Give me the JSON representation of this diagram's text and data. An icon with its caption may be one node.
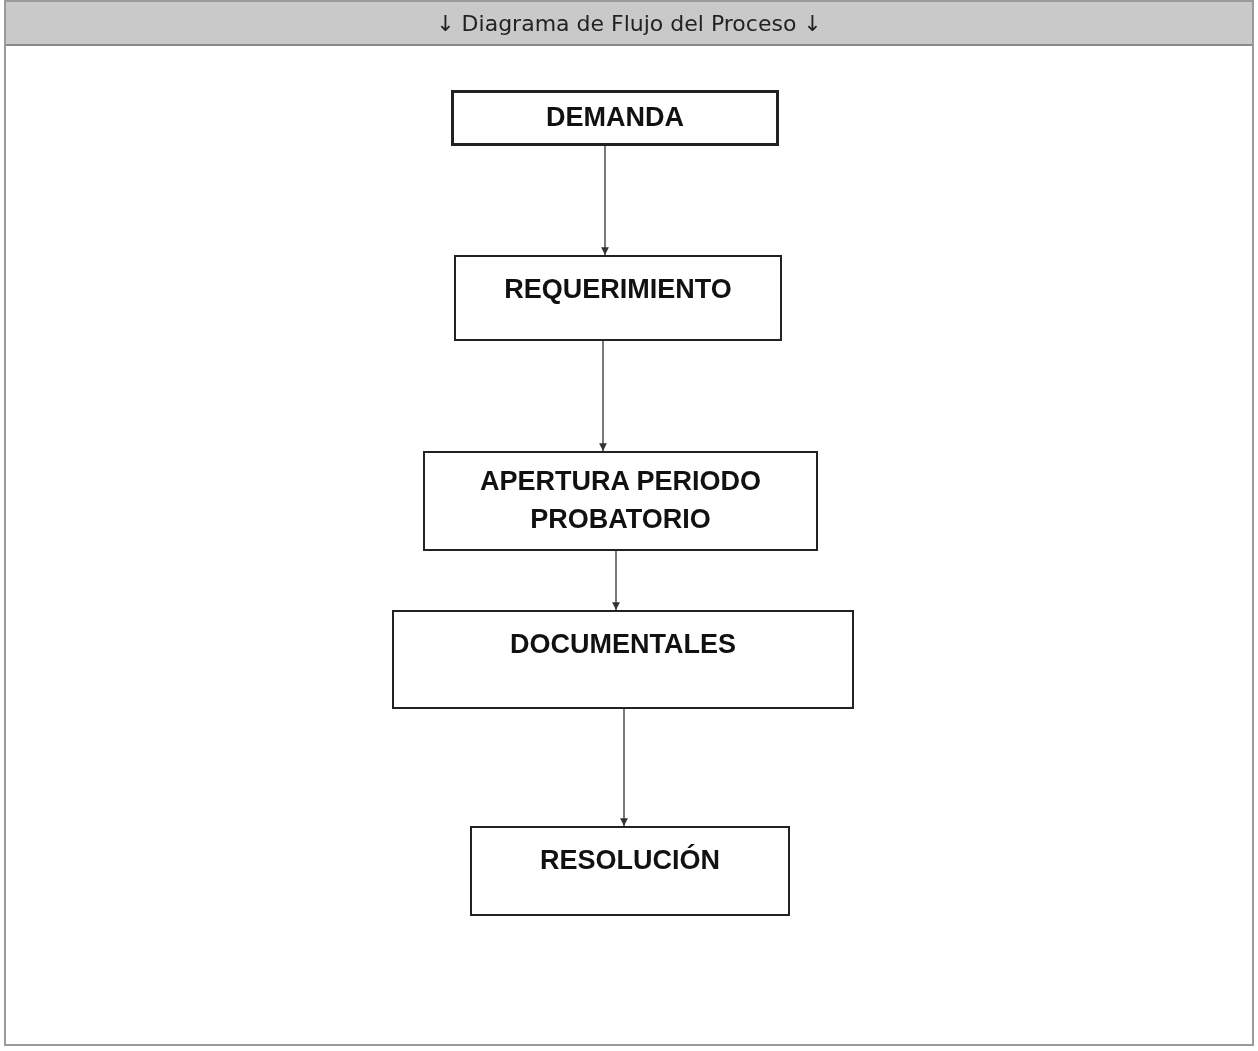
{
  "diagram": {
    "title": "↓ Diagrama de Flujo del Proceso ↓",
    "nodes": [
      {
        "text": [
          "DEMANDA"
        ]
      },
      {
        "text": [
          "REQUERIMIENTO"
        ]
      },
      {
        "text": [
          "APERTURA PERIODO PROBATORIO"
        ]
      },
      {
        "text": [
          "DOCUMENTALES"
        ]
      },
      {
        "text": [
          "RESOLUCIÓN"
        ]
      }
    ],
    "edges": [
      {
        "from": 0,
        "to": 1,
        "arrow": "to"
      },
      {
        "from": 1,
        "to": 2,
        "arrow": "to"
      },
      {
        "from": 2,
        "to": 3,
        "arrow": "to"
      },
      {
        "from": 3,
        "to": 4,
        "arrow": "to"
      }
    ]
  }
}
